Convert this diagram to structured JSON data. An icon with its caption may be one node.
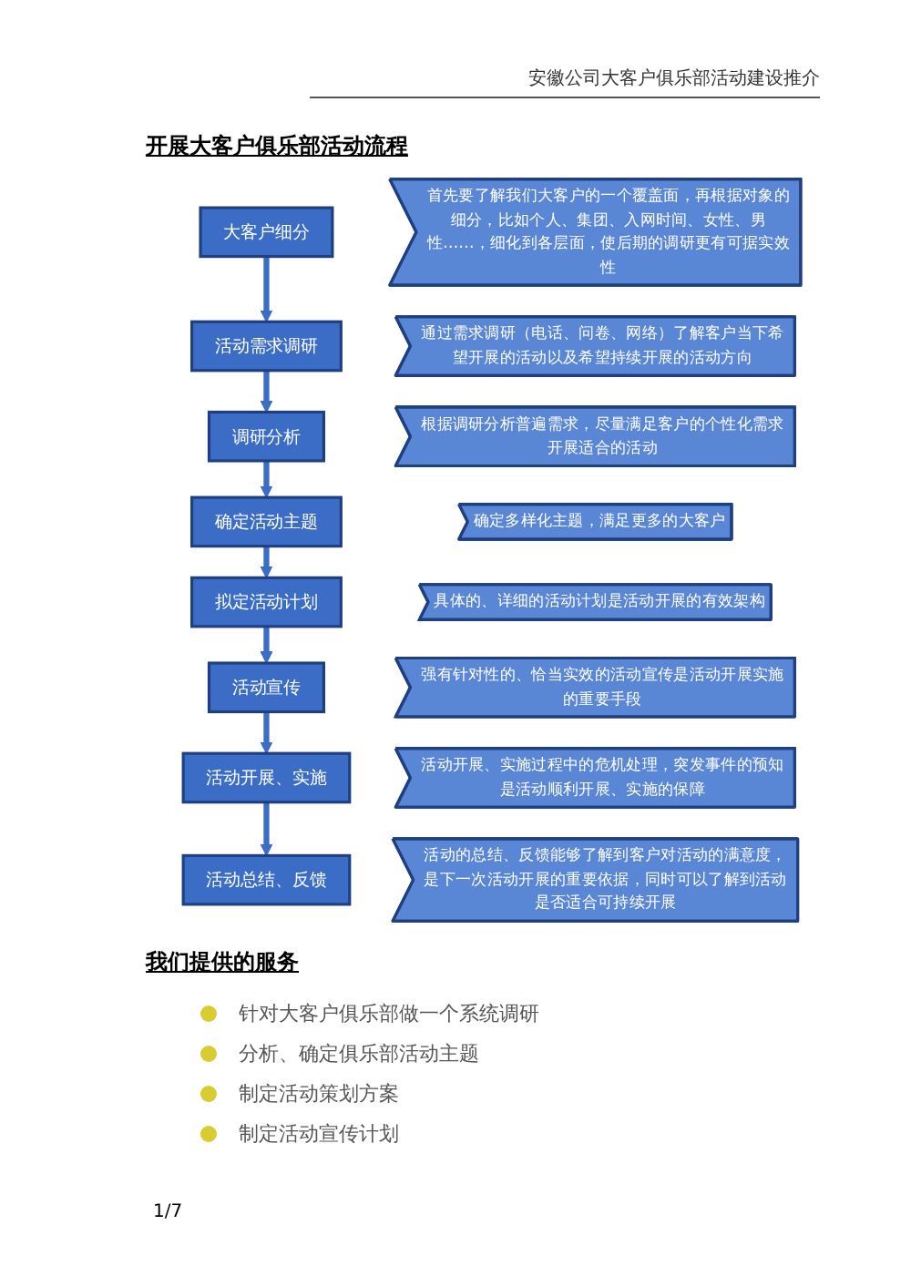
{
  "diagram": {
    "title": "开展大客户俱乐部活动流程",
    "nodes": [
      {
        "text": [
          "大客户细分"
        ]
      },
      {
        "text": [
          "首先要了解我们大客户的一个覆盖面，再根据对象的细分，比如个人、集团、入网时间、女性、男性……，细化到各层面，使后期的调研更有可据实效性"
        ]
      },
      {
        "text": [
          "活动需求调研"
        ]
      },
      {
        "text": [
          "通过需求调研（电话、问卷、网络）了解客户当下希望开展的活动以及希望持续开展的活动方向"
        ]
      },
      {
        "text": [
          "调研分析"
        ]
      },
      {
        "text": [
          "根据调研分析普遍需求，尽量满足客户的个性化需求开展适合的活动"
        ]
      },
      {
        "text": [
          "确定活动主题"
        ]
      },
      {
        "text": [
          "确定多样化主题，满足更多的大客户"
        ]
      },
      {
        "text": [
          "拟定活动计划"
        ]
      },
      {
        "text": [
          "具体的、详细的活动计划是活动开展的有效架构"
        ]
      },
      {
        "text": [
          "活动宣传"
        ]
      },
      {
        "text": [
          "强有针对性的、恰当实效的活动宣传是活动开展实施的重要手段"
        ]
      },
      {
        "text": [
          "活动开展、实施"
        ]
      },
      {
        "text": [
          "活动开展、实施过程中的危机处理，突发事件的预知是活动顺利开展、实施的保障"
        ]
      },
      {
        "text": [
          "活动总结、反馈"
        ]
      },
      {
        "text": [
          "活动的总结、反馈能够了解到客户对活动的满意度，是下一次活动开展的重要依据，同时可以了解到活动是否适合可持续开展"
        ]
      }
    ],
    "edges": [
      {
        "from": 0,
        "to": 2,
        "arrow": "to"
      },
      {
        "from": 2,
        "to": 4,
        "arrow": "to"
      },
      {
        "from": 4,
        "to": 6,
        "arrow": "to"
      },
      {
        "from": 6,
        "to": 8,
        "arrow": "to"
      },
      {
        "from": 8,
        "to": 10,
        "arrow": "to"
      },
      {
        "from": 10,
        "to": 12,
        "arrow": "to"
      },
      {
        "from": 12,
        "to": 14,
        "arrow": "to"
      }
    ],
    "labels": [
      "安徽公司大客户俱乐部活动建设推介",
      "我们提供的服务",
      "针对大客户俱乐部做一个系统调研",
      "分析、确定俱乐部活动主题",
      "制定活动策划方案",
      "制定活动宣传计划",
      "1/7"
    ]
  }
}
